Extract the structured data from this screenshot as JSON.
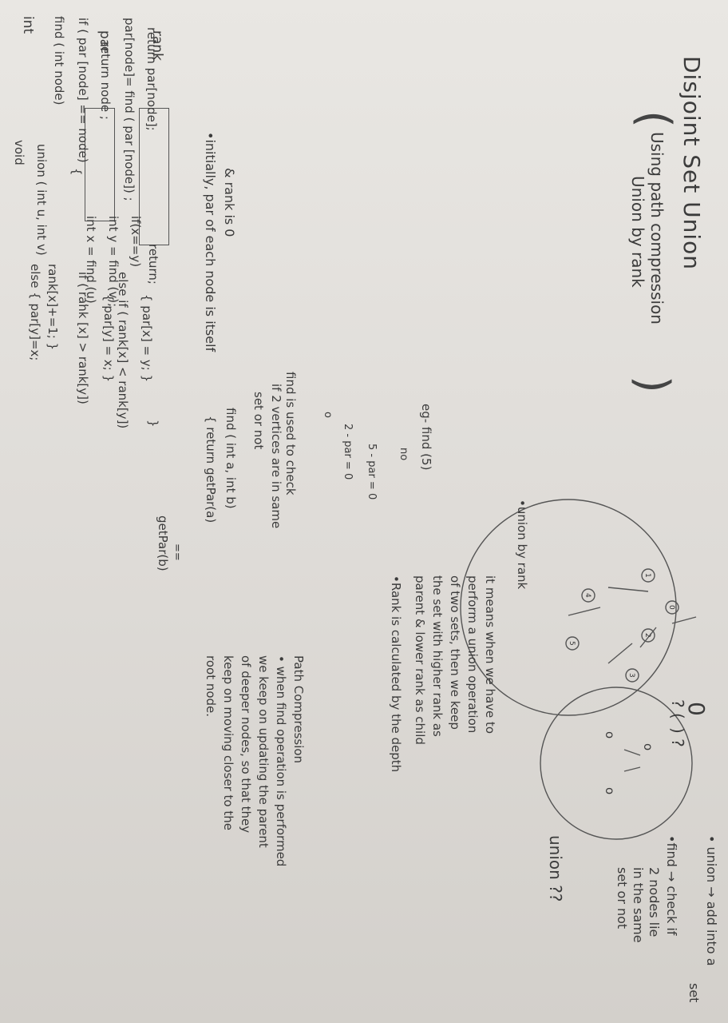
{
  "title": "Disjoint Set Union",
  "subtitle": {
    "open": "(",
    "line1": "Using path compression",
    "line2": "Union by rank",
    "close": ")"
  },
  "labels": {
    "int": "int",
    "par": "par",
    "rank": "rank",
    "void": "void"
  },
  "initially": {
    "line1": "•initially, par of each node is itself",
    "line2": "& rank is 0"
  },
  "find_code": [
    "find ( int node)",
    "if ( par [node] == node)",
    "return node ;",
    "par[node]= find ( par [node]) ;",
    "return par[node];"
  ],
  "union_code": [
    "union ( int u, int v)",
    "{",
    "int x = find (u),",
    "int y = find (v);",
    "if(x==y)",
    "return;",
    "if ( rank [x] > rank[y])",
    "{ par[y] = x; }",
    "else if ( rank[x] < rank[y])",
    "{ par[x] = y; }",
    "else { par[y]=x;",
    "rank[x]+=1; }",
    "}"
  ],
  "example": {
    "line1": "eg- find (5)",
    "no": "no",
    "par5": "5 - par = 0",
    "par2": "2 - par = 0",
    "o": "o"
  },
  "find_use": [
    "find is used to check",
    "if 2 vertices are in same",
    "set or not",
    "find ( int a, int b)",
    "{ return getPar(a)",
    "==",
    "getPar(b)"
  ],
  "tree": {
    "nodes": [
      "0",
      "1",
      "2",
      "3",
      "4",
      "5"
    ],
    "mark": "0",
    "q1": "? (",
    "q2": ") ?",
    "small_nodes": [
      "o",
      "o",
      "o"
    ]
  },
  "union_q": "union ??",
  "top_notes": {
    "union_line1": "• union → add into a",
    "union_line2": "set",
    "find_line1": "•find → check if",
    "find_line2": "2 nodes lie",
    "find_line3": "in the same",
    "find_line4": "set or not"
  },
  "union_by_rank": [
    "•union by rank",
    "it means when we have to",
    "perform a union operation",
    "of two sets, then we keep",
    "the set with higher rank as",
    "parent & lower rank as child",
    "•Rank is calculated by the depth"
  ],
  "path_compression": [
    "Path Compression",
    "• when find operation is performed",
    "we keep on updating the parent",
    "of deeper nodes, so that they",
    "keep on moving closer to the",
    "root node."
  ],
  "brace": "}"
}
